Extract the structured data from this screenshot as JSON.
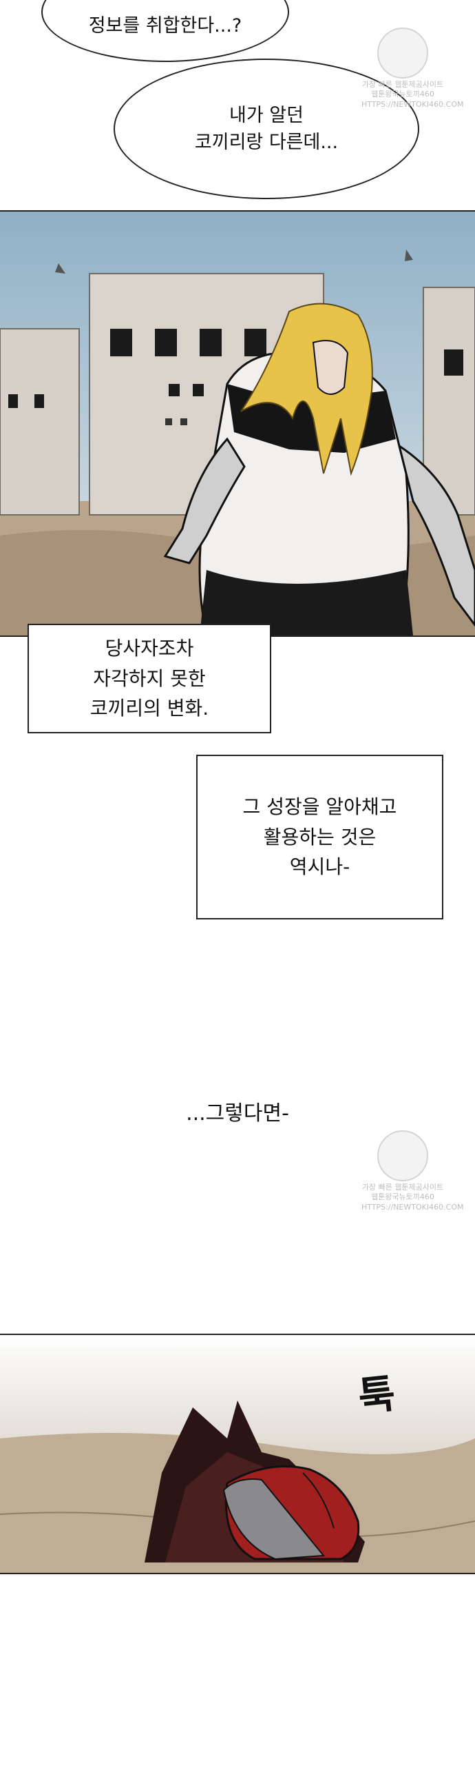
{
  "bubbles": {
    "top_left": "정보를 취합한다...?",
    "top_right_line1": "내가 알던",
    "top_right_line2": "코끼리랑 다른데..."
  },
  "captions": {
    "box1": "당사자조차\n자각하지 못한\n코끼리의 변화.",
    "box2": "그 성장을 알아채고\n활용하는 것은\n역시나-",
    "center": "...그렇다면-",
    "sfx": "툭"
  },
  "watermark": {
    "line1": "가장 빠른 웹툰제공사이트",
    "line2": "웹툰왕국뉴토끼460",
    "line3": "HTTPS://NEWTOKI460.COM"
  },
  "colors": {
    "sky": "#b9c9d6",
    "ground": "#b9a58c",
    "building": "#d6d0c8",
    "hair": "#e7c34a",
    "bag_red": "#a11f1f"
  }
}
